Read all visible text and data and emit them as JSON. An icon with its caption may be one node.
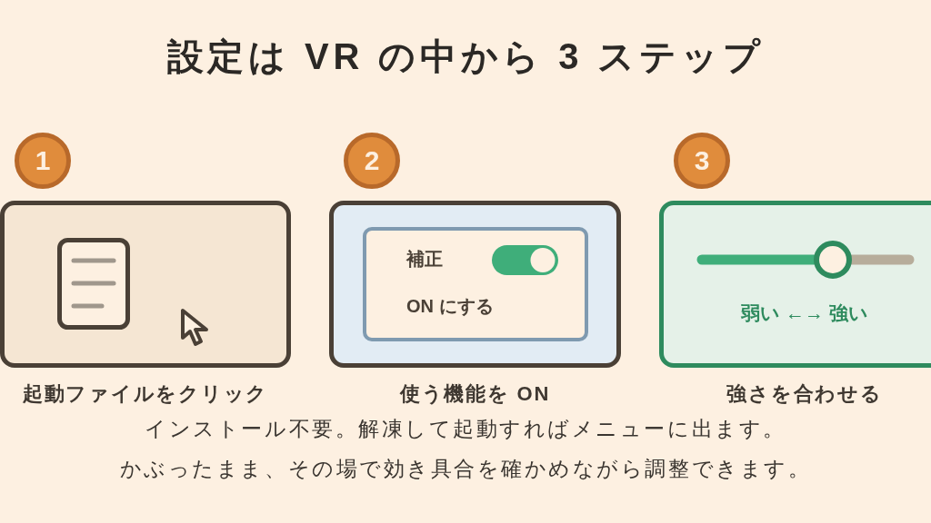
{
  "diagram": {
    "title": "設定は VR の中から 3 ステップ",
    "caption": "インストール不要。解凍して起動すればメニューに出ます。かぶったまま、その場で効き具合を確かめながら調整できます。",
    "nodes": [
      {
        "text": [
          "1"
        ]
      },
      {
        "text": [],
        "shape": "box",
        "beside": [
          "起動ファイルをクリック"
        ]
      },
      {
        "text": [
          "2"
        ]
      },
      {
        "text": [],
        "shape": "box",
        "beside": [
          "使う機能を ON"
        ]
      },
      {
        "text": [
          "補正",
          "ON にする"
        ],
        "in": 3
      },
      {
        "text": [
          "3"
        ]
      },
      {
        "text": [
          "弱い ←→ 強い"
        ],
        "beside": [
          "強さを合わせる"
        ]
      }
    ]
  }
}
